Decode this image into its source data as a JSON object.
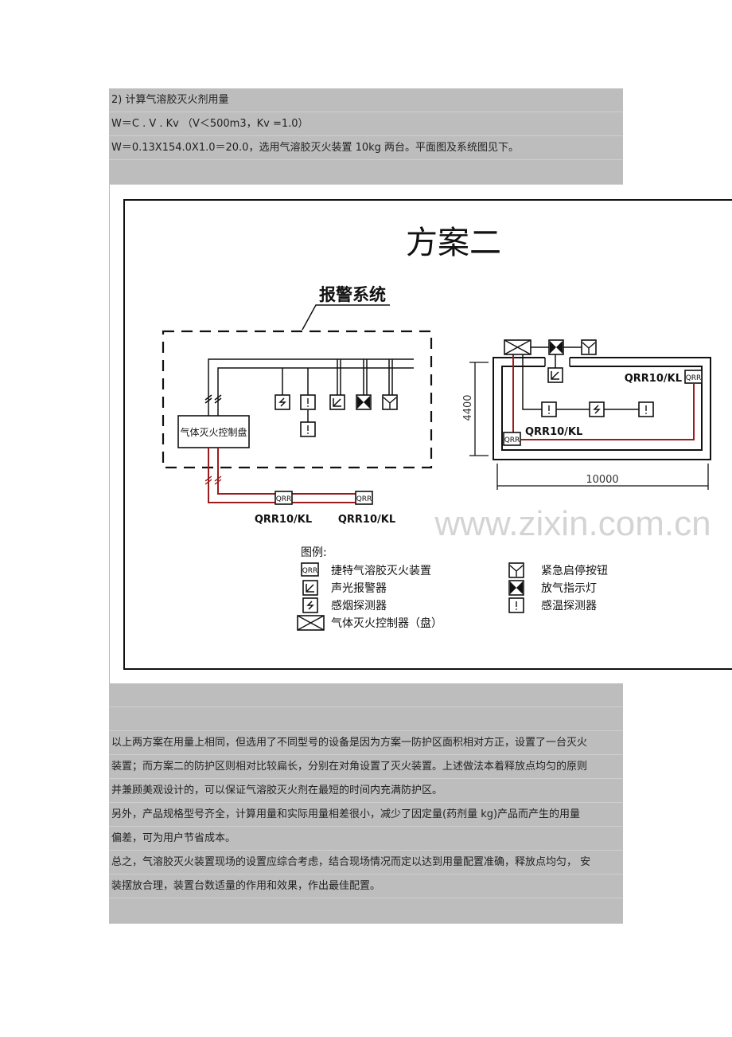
{
  "top_section": {
    "lines": [
      "2) 计算气溶胶灭火剂用量",
      "W＝C . V . Kv （V＜500m3，Kv =1.0）",
      "W＝0.13X154.0X1.0＝20.0，选用气溶胶灭火装置 10kg 两台。平面图及系统图见下。",
      ""
    ]
  },
  "diagram": {
    "title": "方案二",
    "alarm_system_label": "报警系统",
    "controller_panel_label": "气体灭火控制盘",
    "device_label": "QRR",
    "unit_labels": [
      "QRR10/KL",
      "QRR10/KL"
    ],
    "plan_unit_labels": [
      "QRR10/KL",
      "QRR10/KL"
    ],
    "dimension_height": "4400",
    "dimension_width": "10000",
    "watermark": "www.zixin.com.cn",
    "legend": {
      "title": "图例:",
      "items": [
        {
          "icon": "qrr-device-icon",
          "label": "捷特气溶胶灭火装置"
        },
        {
          "icon": "sound-light-alarm-icon",
          "label": "声光报警器"
        },
        {
          "icon": "smoke-detector-icon",
          "label": "感烟探测器"
        },
        {
          "icon": "gas-controller-icon",
          "label": "气体灭火控制器（盘）"
        },
        {
          "icon": "emergency-button-icon",
          "label": "紧急启停按钮"
        },
        {
          "icon": "release-indicator-icon",
          "label": "放气指示灯"
        },
        {
          "icon": "heat-detector-icon",
          "label": "感温探测器"
        }
      ]
    },
    "colors": {
      "wire_red": "#9b1c1c",
      "line": "#111111"
    }
  },
  "bottom_section": {
    "lines": [
      "",
      "",
      "以上两方案在用量上相同，但选用了不同型号的设备是因为方案一防护区面积相对方正，设置了一台灭火",
      "装置；而方案二的防护区则相对比较扁长，分别在对角设置了灭火装置。上述做法本着释放点均匀的原则",
      "并兼顾美观设计的，可以保证气溶胶灭火剂在最短的时间内充满防护区。",
      "另外，产品规格型号齐全，计算用量和实际用量相差很小，减少了因定量(药剂量 kg)产品而产生的用量",
      "偏差，可为用户节省成本。",
      "总之，气溶胶灭火装置现场的设置应综合考虑，结合现场情况而定以达到用量配置准确，释放点均匀，  安",
      "装摆放合理，装置台数适量的作用和效果，作出最佳配置。",
      ""
    ]
  }
}
